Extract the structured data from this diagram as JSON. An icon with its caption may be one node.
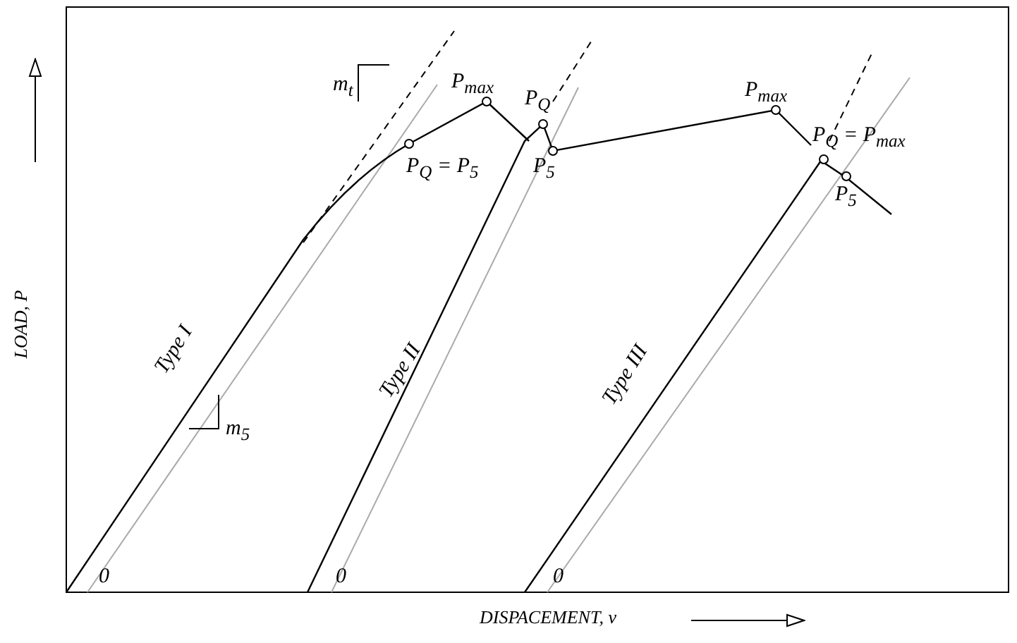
{
  "diagram": {
    "labels": [
      "m$_{t}$",
      "P$_{max}$",
      "P$_{max}$",
      "P$_{Q}$",
      "P$_{Q}$ = P$_{max}$",
      "P$_{Q}$ = P$_{5}$",
      "P$_{5}$",
      "P$_{5}$",
      "Type I",
      "Type II",
      "Type III",
      "m$_{5}$",
      "LOAD, P",
      "0",
      "0",
      "0",
      "DISPACEMENT, v"
    ]
  }
}
